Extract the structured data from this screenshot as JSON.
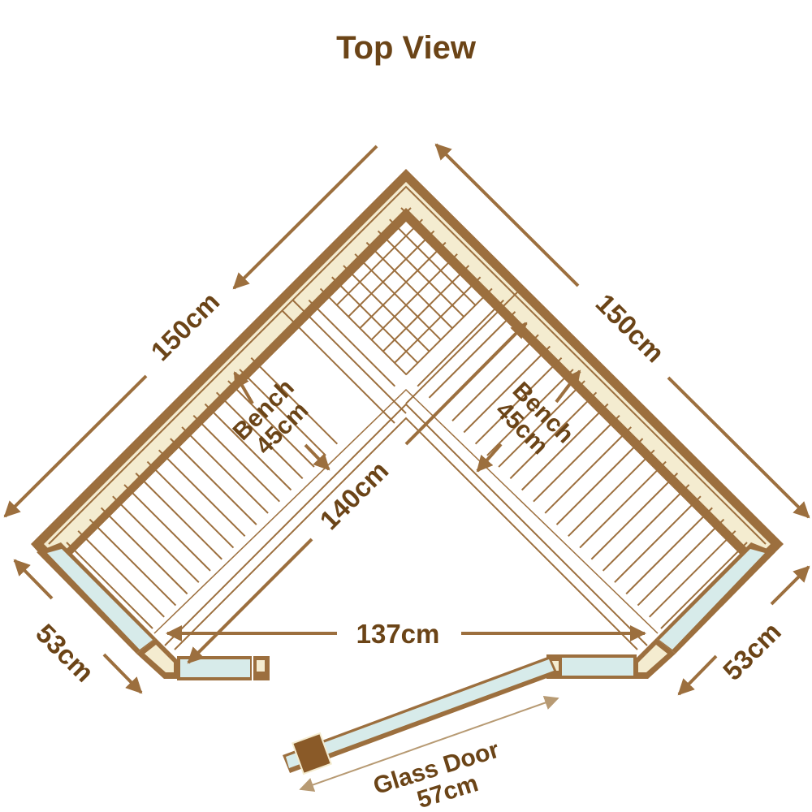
{
  "title": "Top View",
  "colors": {
    "frame": "#9c6f3e",
    "dim_line": "#9c6f3e",
    "wood_light": "#f4ecd0",
    "glass": "#d7ebea",
    "door_handle": "#8a5a28",
    "text": "#6b4417"
  },
  "dimensions": {
    "left_wall": "150cm",
    "right_wall": "150cm",
    "diagonal": "140cm",
    "front_width": "137cm",
    "left_glass": "53cm",
    "right_glass": "53cm"
  },
  "benches": [
    {
      "line1": "Bench",
      "line2": "45cm"
    },
    {
      "line1": "Bench",
      "line2": "45cm"
    }
  ],
  "door": {
    "line1": "Glass Door",
    "line2": "57cm"
  }
}
